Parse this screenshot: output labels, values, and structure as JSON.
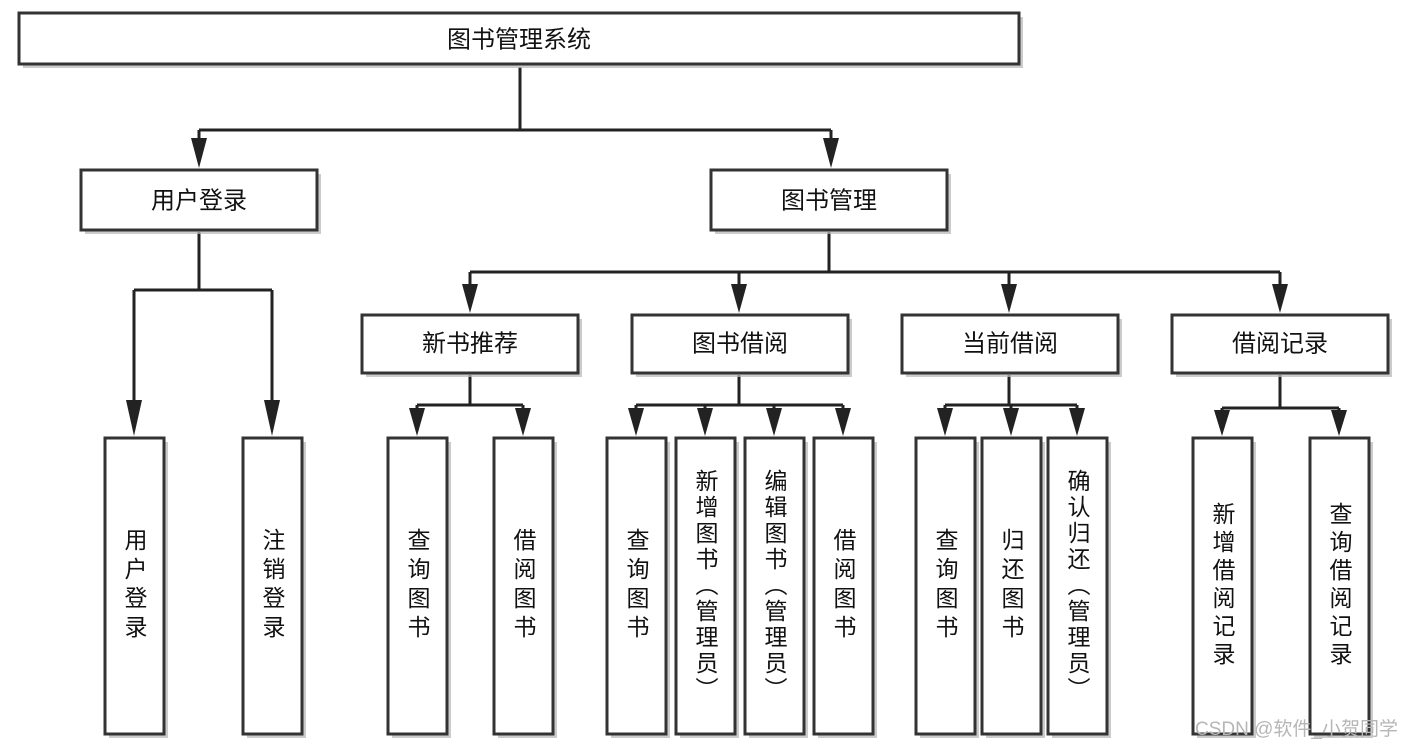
{
  "diagram": {
    "type": "tree-hierarchy",
    "title": "图书管理系统",
    "orientation": "top-down",
    "colors": {
      "box_stroke": "#333333",
      "box_fill": "#ffffff",
      "edge": "#222222",
      "text": "#111111",
      "watermark": "#b6b6b6",
      "background": "#ffffff"
    },
    "levels": [
      {
        "level": 1,
        "nodes": [
          {
            "id": "root",
            "label": "图书管理系统",
            "orientation": "horizontal"
          }
        ]
      },
      {
        "level": 2,
        "nodes": [
          {
            "id": "login",
            "label": "用户登录",
            "orientation": "horizontal",
            "parent": "root"
          },
          {
            "id": "bookmgmt",
            "label": "图书管理",
            "orientation": "horizontal",
            "parent": "root"
          }
        ]
      },
      {
        "level": 3,
        "nodes": [
          {
            "id": "newbook",
            "label": "新书推荐",
            "orientation": "horizontal",
            "parent": "bookmgmt"
          },
          {
            "id": "borrow",
            "label": "图书借阅",
            "orientation": "horizontal",
            "parent": "bookmgmt"
          },
          {
            "id": "current",
            "label": "当前借阅",
            "orientation": "horizontal",
            "parent": "bookmgmt"
          },
          {
            "id": "records",
            "label": "借阅记录",
            "orientation": "horizontal",
            "parent": "bookmgmt"
          }
        ]
      },
      {
        "level": 4,
        "nodes": [
          {
            "id": "leaf-login-1",
            "label": "用户登录",
            "orientation": "vertical",
            "parent": "login"
          },
          {
            "id": "leaf-login-2",
            "label": "注销登录",
            "orientation": "vertical",
            "parent": "login"
          },
          {
            "id": "leaf-newbook-1",
            "label": "查询图书",
            "orientation": "vertical",
            "parent": "newbook"
          },
          {
            "id": "leaf-newbook-2",
            "label": "借阅图书",
            "orientation": "vertical",
            "parent": "newbook"
          },
          {
            "id": "leaf-borrow-1",
            "label": "查询图书",
            "orientation": "vertical",
            "parent": "borrow"
          },
          {
            "id": "leaf-borrow-2",
            "label": "新增图书（管理员）",
            "orientation": "vertical",
            "parent": "borrow"
          },
          {
            "id": "leaf-borrow-3",
            "label": "编辑图书（管理员）",
            "orientation": "vertical",
            "parent": "borrow"
          },
          {
            "id": "leaf-borrow-4",
            "label": "借阅图书",
            "orientation": "vertical",
            "parent": "borrow"
          },
          {
            "id": "leaf-current-1",
            "label": "查询图书",
            "orientation": "vertical",
            "parent": "current"
          },
          {
            "id": "leaf-current-2",
            "label": "归还图书",
            "orientation": "vertical",
            "parent": "current"
          },
          {
            "id": "leaf-current-3",
            "label": "确认归还（管理员）",
            "orientation": "vertical",
            "parent": "current"
          },
          {
            "id": "leaf-records-1",
            "label": "新增借阅记录",
            "orientation": "vertical",
            "parent": "records"
          },
          {
            "id": "leaf-records-2",
            "label": "查询借阅记录",
            "orientation": "vertical",
            "parent": "records"
          }
        ]
      }
    ]
  },
  "watermark": {
    "text": "CSDN @软件_小贺同学"
  }
}
